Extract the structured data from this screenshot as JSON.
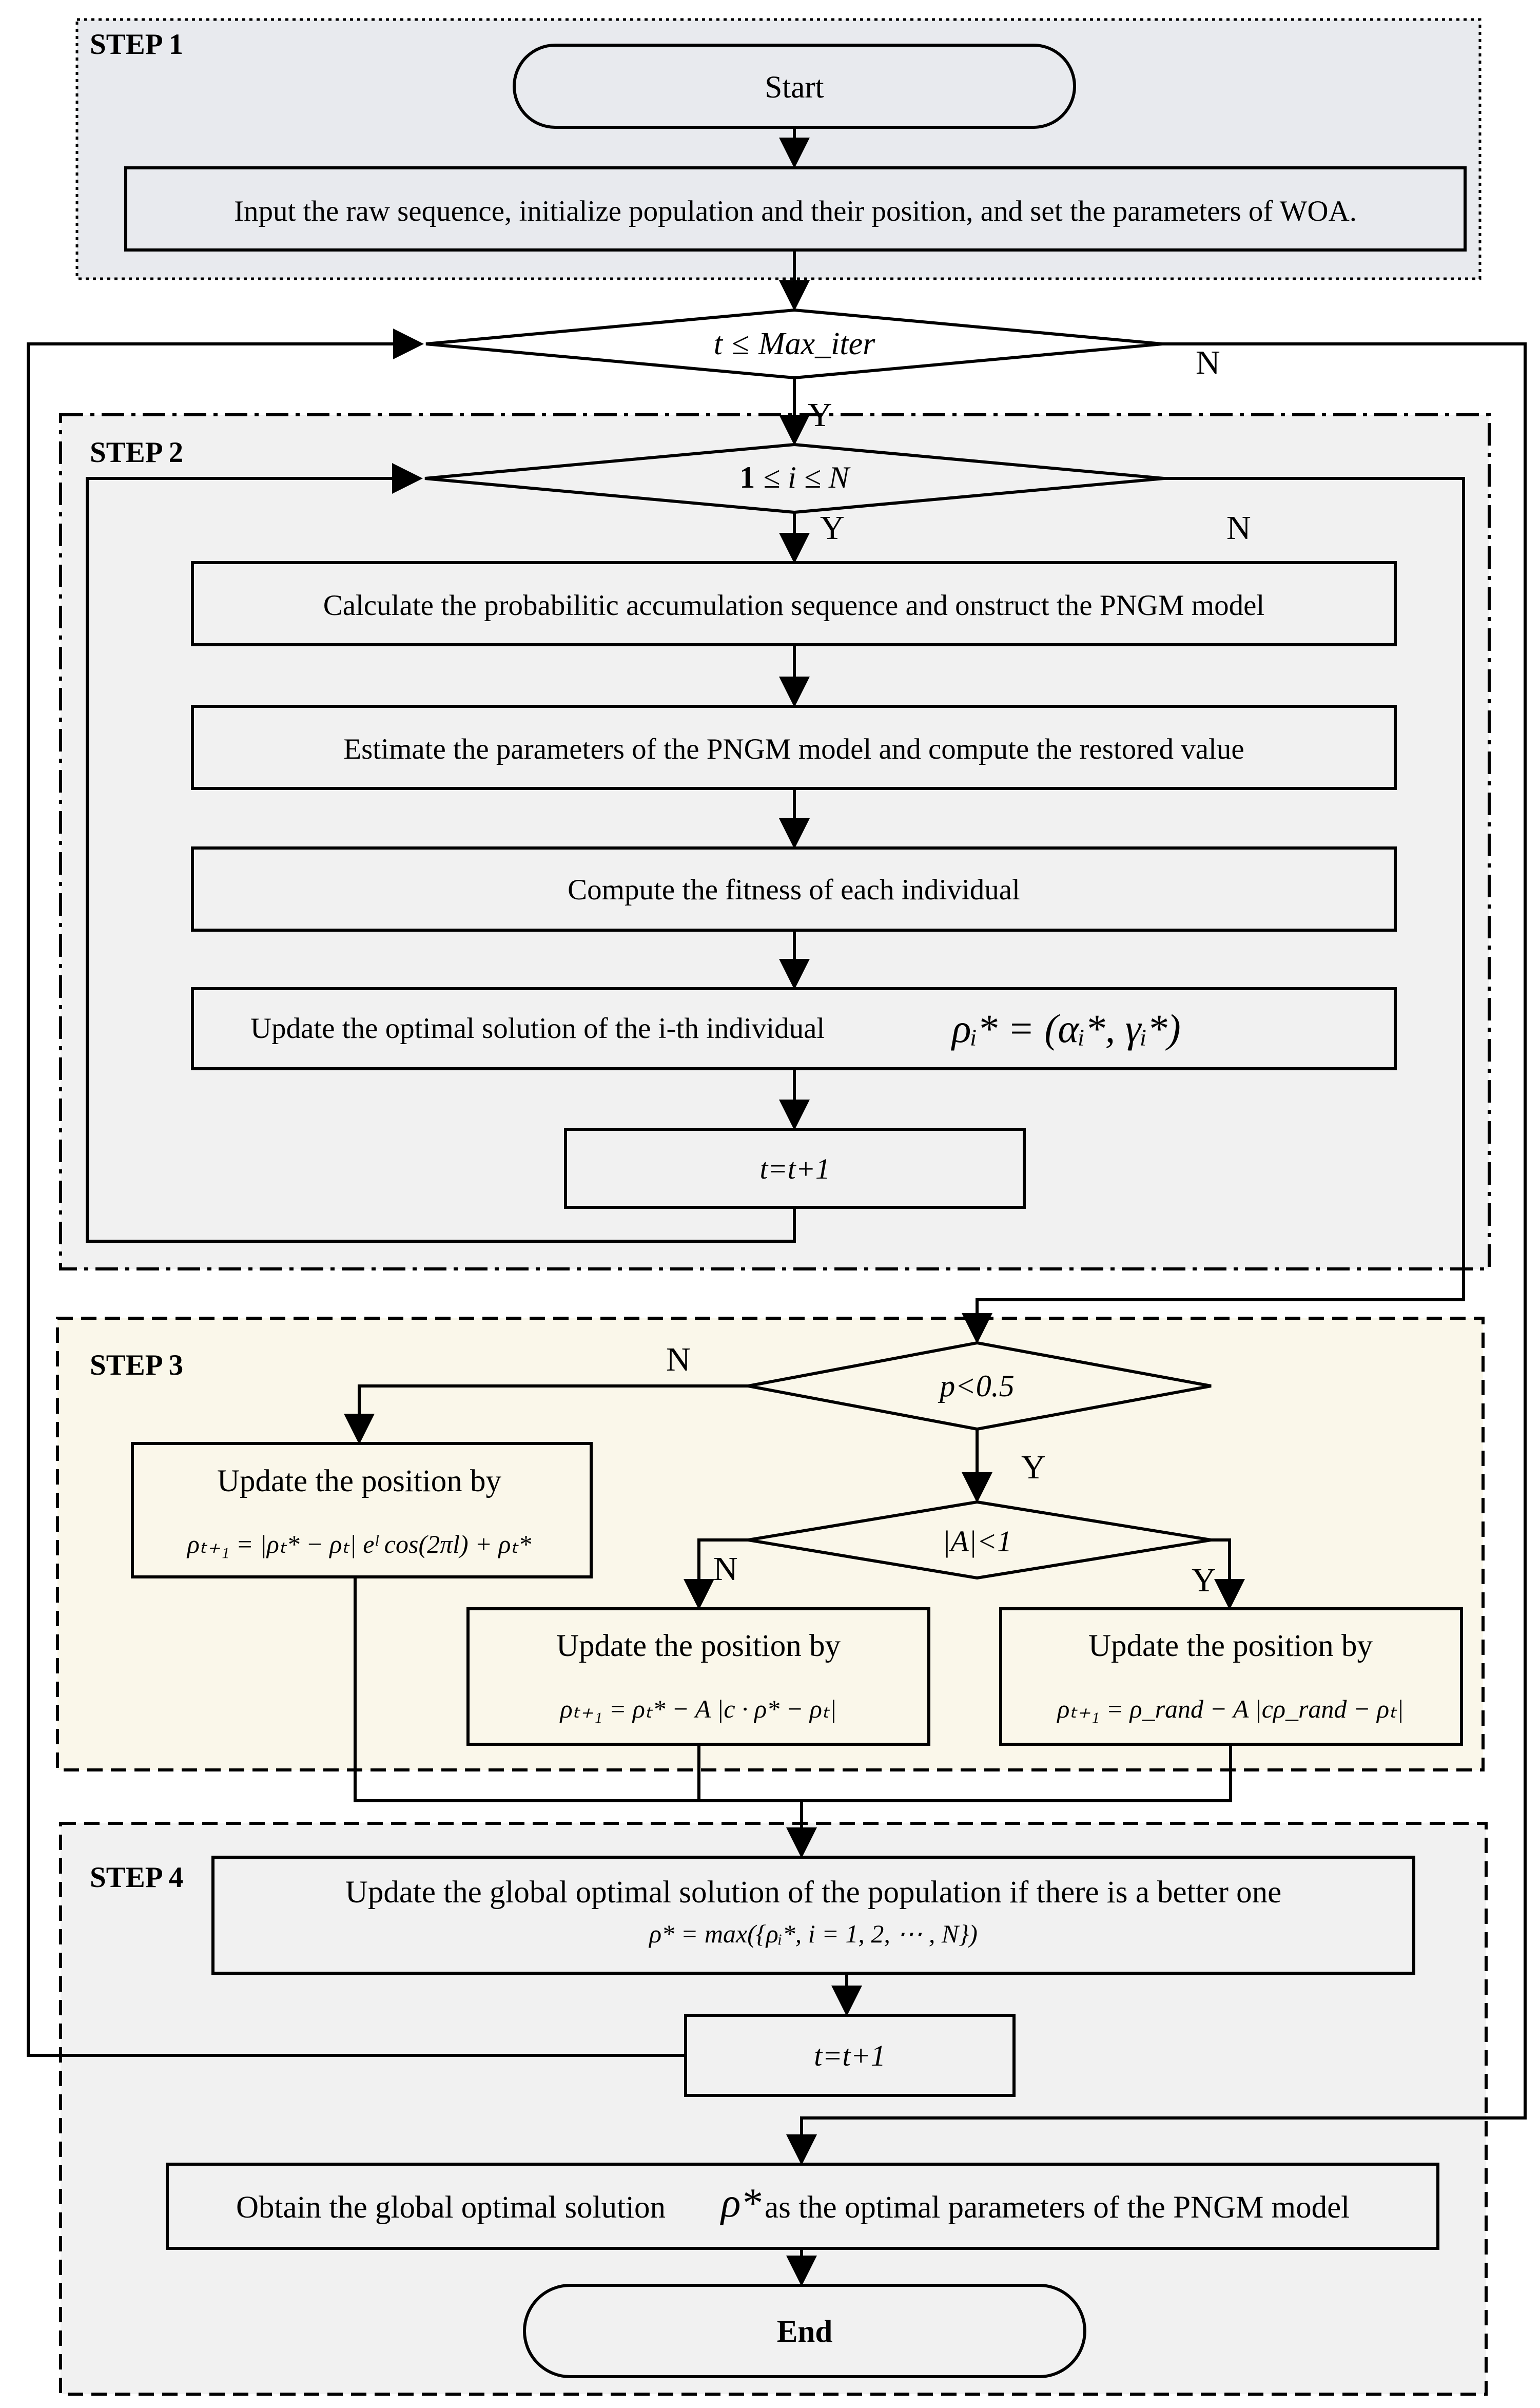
{
  "steps": {
    "step1": "STEP 1",
    "step2": "STEP 2",
    "step3": "STEP 3",
    "step4": "STEP 4"
  },
  "nodes": {
    "start": "Start",
    "input": "Input the raw sequence, initialize population and their position, and set the parameters of WOA.",
    "outer_cond_t": "t",
    "outer_cond_op": "≤",
    "outer_cond_max": "Max_iter",
    "inner_cond_one": "1",
    "inner_cond_rest": "≤ i ≤ N",
    "calc": "Calculate the probabilitic accumulation sequence and onstruct the PNGM model",
    "estimate": "Estimate the parameters of the PNGM model and compute the restored value",
    "fitness": "Compute the fitness of each individual",
    "update_opt": "Update the optimal solution of the i-th individual",
    "update_opt_formula": "ρᵢ* = (αᵢ*, γᵢ*)",
    "t_incr_inner": "t=t+1",
    "p_cond": "p<0.5",
    "a_cond": "|A|<1",
    "upd_left_title": "Update the position by",
    "upd_left_formula": "ρₜ₊₁ = |ρₜ* − ρₜ| eˡ cos(2πl) + ρₜ*",
    "upd_mid_title": "Update the position by",
    "upd_mid_formula": "ρₜ₊₁ = ρₜ* − A |c · ρ* − ρₜ|",
    "upd_right_title": "Update the position by",
    "upd_right_formula": "ρₜ₊₁ = ρ_rand − A |cρ_rand − ρₜ|",
    "global_update": "Update the global optimal solution of the population if there is a better one",
    "global_formula": "ρ* = max({ρᵢ*, i = 1, 2, ⋯ , N})",
    "t_incr_outer": "t=t+1",
    "obtain_pre": "Obtain the global optimal solution",
    "obtain_rho": "ρ*",
    "obtain_post": "as the optimal parameters of the PNGM model",
    "end": "End"
  },
  "labels": {
    "outer_yes": "Y",
    "outer_no": "N",
    "inner_yes": "Y",
    "inner_no": "N",
    "p_yes": "Y",
    "p_no": "N",
    "a_yes": "Y",
    "a_no": "N"
  },
  "colors": {
    "step1_bg": "#e8eaee",
    "step2_bg": "#f1f1f1",
    "step3_bg": "#faf7ea",
    "step4_bg": "#f1f1f1",
    "stroke": "#000000"
  }
}
